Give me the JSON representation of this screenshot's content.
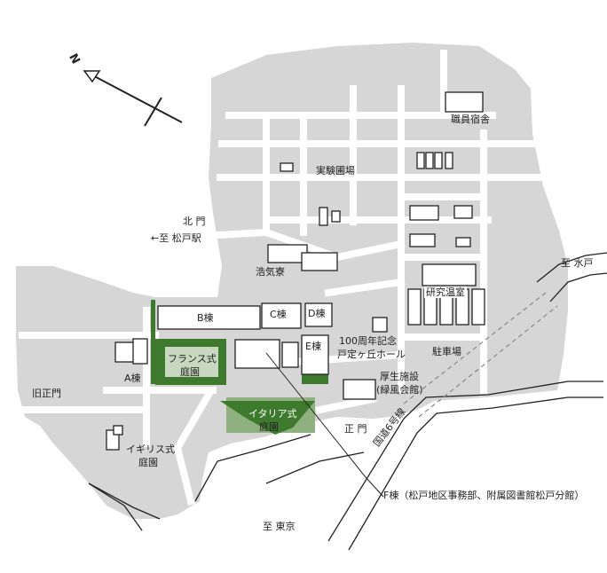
{
  "compass": {
    "north_letter": "N"
  },
  "labels": {
    "staff_dorm": "職員宿舎",
    "experimental_field": "実験圃場",
    "north_gate": "北 門",
    "to_matsudo_station": "←至 松戸駅",
    "kokiryo": "浩気寮",
    "to_mito": "至 水戸",
    "research_greenhouse": "研究温室",
    "building_b": "B棟",
    "building_c": "C棟",
    "building_d": "D棟",
    "building_e": "E棟",
    "building_a": "A棟",
    "french_garden_1": "フランス式",
    "french_garden_2": "庭園",
    "hall_1": "100周年記念",
    "hall_2": "戸定ヶ丘ホール",
    "parking": "駐車場",
    "welfare_1": "厚生施設",
    "welfare_2": "(緑風会館)",
    "old_main_gate": "旧正門",
    "italian_garden_1": "イタリア式",
    "italian_garden_2": "庭園",
    "main_gate": "正 門",
    "route6": "国道6号線",
    "english_garden_1": "イギリス式",
    "english_garden_2": "庭園",
    "building_f": "F棟（松戸地区事務部、附属図書館松戸分館）",
    "to_tokyo": "至 東京"
  },
  "colors": {
    "campus": "#d6d6d6",
    "road": "#ffffff",
    "garden": "#3e7a2e",
    "garden_light": "#8fb07f",
    "building": "#ffffff",
    "outline": "#222222"
  }
}
